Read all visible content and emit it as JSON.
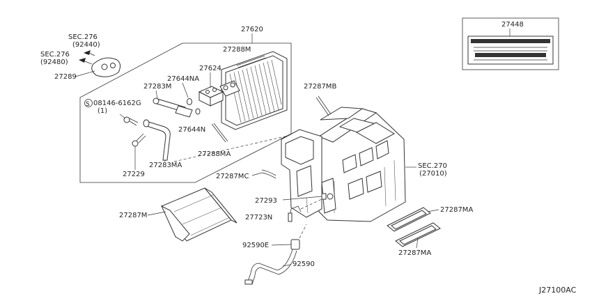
{
  "diagram": {
    "diagram_code": "J27100AC",
    "labels": {
      "sec276_92440": "SEC.276",
      "sec276_92440_ref": "(92440)",
      "sec276_92480": "SEC.276",
      "sec276_92480_ref": "(92480)",
      "p27289": "27289",
      "p27620": "27620",
      "p27288M": "27288M",
      "p27624": "27624",
      "p27644NA": "27644NA",
      "p27283M": "27283M",
      "bolt": "08146-6162G",
      "bolt_qty": "(1)",
      "bolt_symbol": "S",
      "p27644N": "27644N",
      "p27288MA": "27288MA",
      "p27283MA": "27283MA",
      "p27229": "27229",
      "p27448": "27448",
      "p27287MB": "27287MB",
      "sec270": "SEC.270",
      "sec270_ref": "(27010)",
      "p27287MC": "27287MC",
      "p27293": "27293",
      "p27287M": "27287M",
      "p27723N": "27723N",
      "p27287MA_top": "27287MA",
      "p27287MA_bottom": "27287MA",
      "p92590E": "92590E",
      "p92590": "92590"
    }
  }
}
